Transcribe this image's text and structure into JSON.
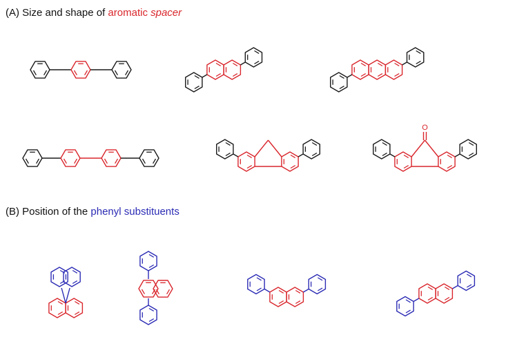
{
  "section_a": {
    "prefix": "(A) Size and shape of ",
    "highlight_1": "aromatic",
    "highlight_2": "spacer",
    "highlight_color": "#d9262c"
  },
  "section_b": {
    "prefix": "(B) Position of the ",
    "highlight": "phenyl substituents",
    "highlight_color": "#2b2bb5"
  },
  "colors": {
    "phenyl_a": "#1a1a1a",
    "spacer": "#d9262c",
    "phenyl_b": "#2b2bb5"
  },
  "carbonyl_label": "O"
}
